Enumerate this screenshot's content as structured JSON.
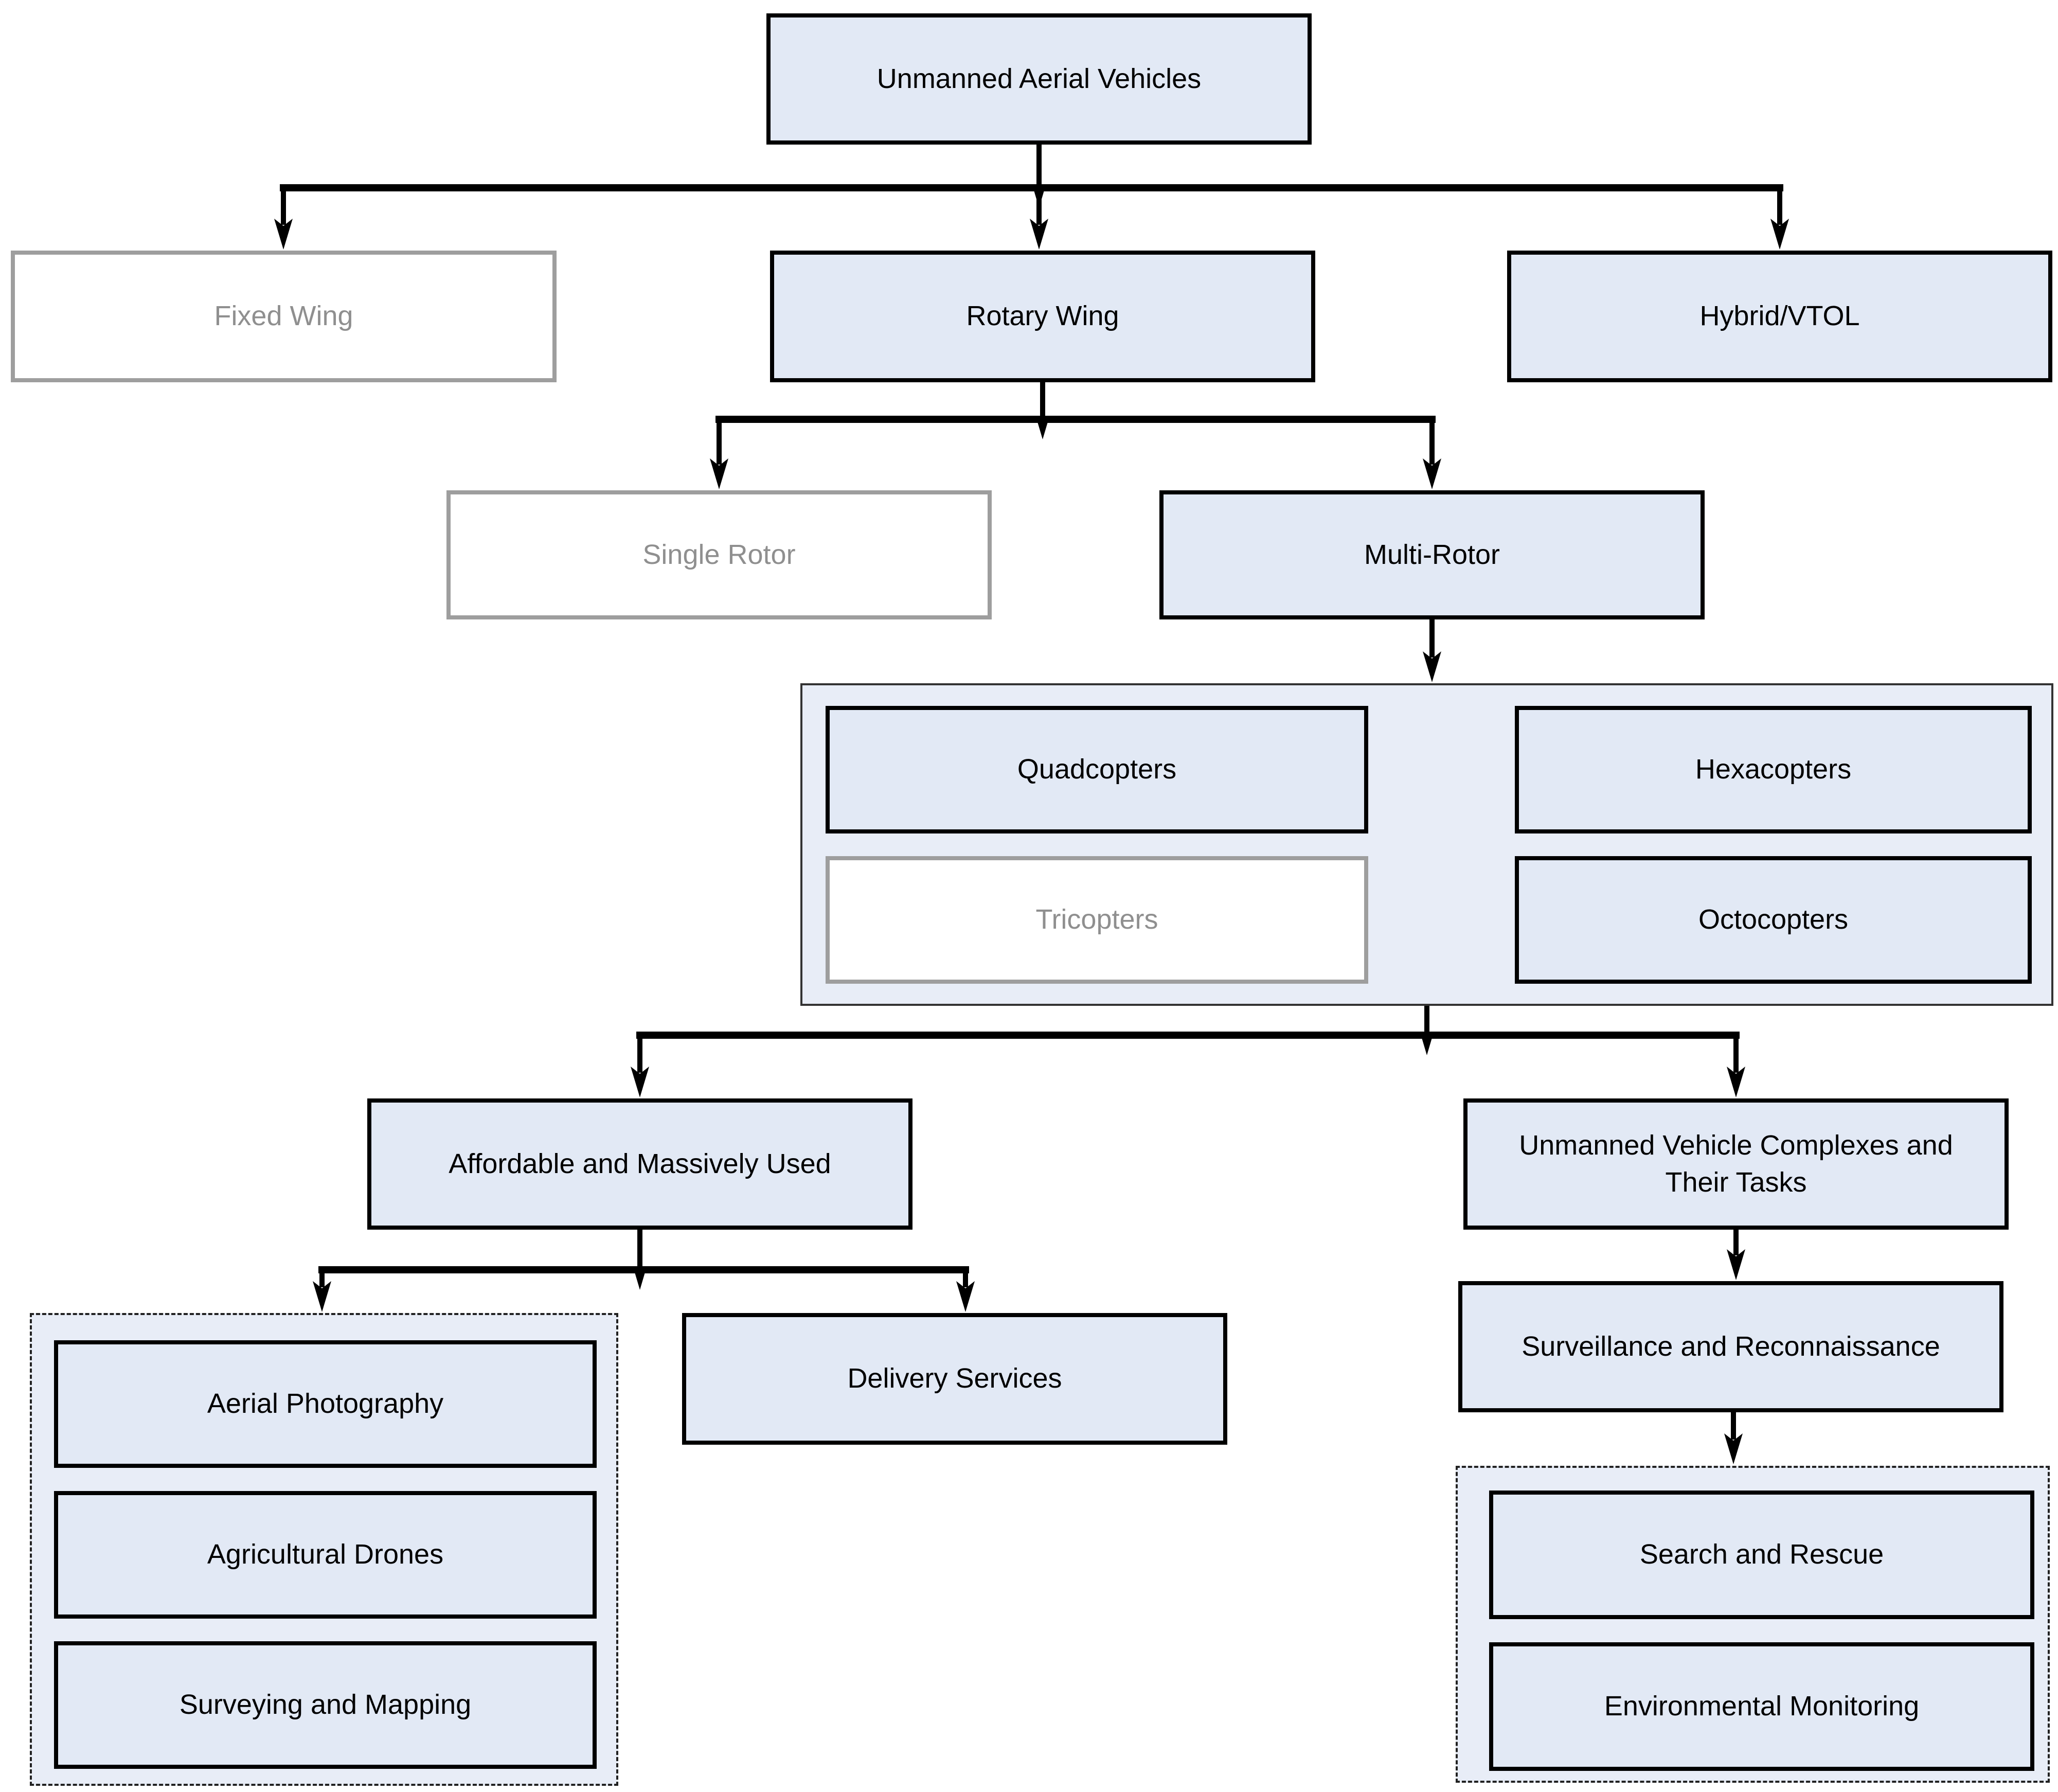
{
  "diagram": {
    "nodes": {
      "uav": {
        "label": "Unmanned Aerial Vehicles"
      },
      "fixed_wing": {
        "label": "Fixed Wing"
      },
      "rotary_wing": {
        "label": "Rotary Wing"
      },
      "hybrid_vtol": {
        "label": "Hybrid/VTOL"
      },
      "single_rotor": {
        "label": "Single Rotor"
      },
      "multi_rotor": {
        "label": "Multi-Rotor"
      },
      "quadcopters": {
        "label": "Quadcopters"
      },
      "tricopters": {
        "label": "Tricopters"
      },
      "hexacopters": {
        "label": "Hexacopters"
      },
      "octocopters": {
        "label": "Octocopters"
      },
      "affordable": {
        "label": "Affordable and Massively Used"
      },
      "complexes": {
        "label": "Unmanned Vehicle Complexes and Their Tasks"
      },
      "delivery": {
        "label": "Delivery Services"
      },
      "aerial_photography": {
        "label": "Aerial Photography"
      },
      "agricultural_drones": {
        "label": "Agricultural Drones"
      },
      "surveying_mapping": {
        "label": "Surveying and Mapping"
      },
      "surveillance": {
        "label": "Surveillance and Reconnaissance"
      },
      "search_rescue": {
        "label": "Search and Rescue"
      },
      "environmental_monitoring": {
        "label": "Environmental Monitoring"
      }
    },
    "colors": {
      "node_fill": "#e2e9f5",
      "node_border": "#000000",
      "muted_border": "#9e9e9e",
      "muted_text": "#8f8f8f",
      "group_fill": "#e8edf7",
      "line": "#000000",
      "text": "#000000"
    }
  }
}
